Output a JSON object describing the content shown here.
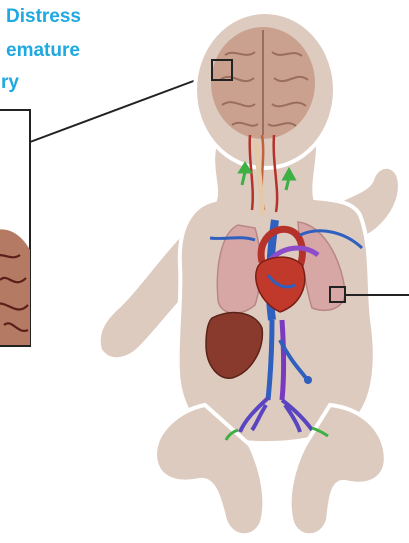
{
  "title": {
    "line1": "Distress",
    "line2": "emature",
    "line3": "ry"
  },
  "colors": {
    "title": "#1fa9e1",
    "skin": "#ddcbc0",
    "skin_outline": "#ffffff",
    "brain": "#c9a08e",
    "lung": "#d7a8a8",
    "liver": "#8a3a2c",
    "vein": "#2f5fbf",
    "artery": "#b5322a",
    "pulmonary": "#8e4cc8",
    "sprout": "#3cb043"
  },
  "icons": [
    "brain-icon",
    "heart-icon",
    "lung-icon",
    "liver-icon",
    "blood-vessels-icon"
  ]
}
